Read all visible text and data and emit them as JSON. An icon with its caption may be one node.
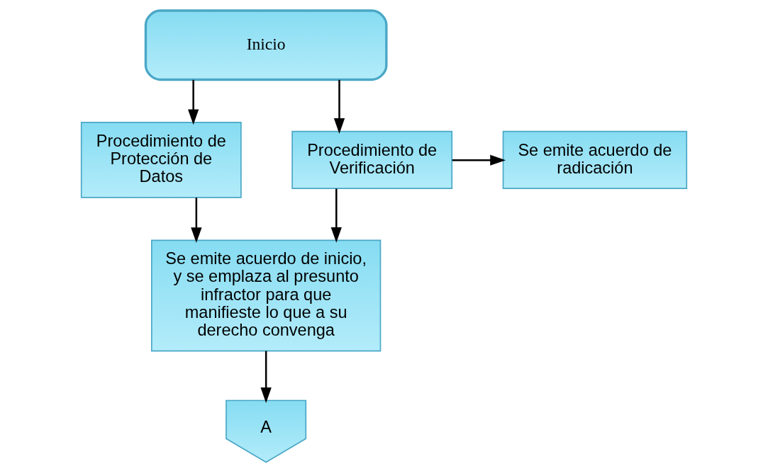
{
  "diagram": {
    "nodes": [
      {
        "text": [
          "Inicio"
        ]
      },
      {
        "text": [
          "Procedimiento de Protección de Datos"
        ]
      },
      {
        "text": [
          "Procedimiento de Verificación"
        ]
      },
      {
        "text": [
          "Se emite acuerdo de radicación"
        ]
      },
      {
        "text": [
          "Se emite acuerdo de inicio, y se emplaza al presunto infractor para que manifieste lo que a su derecho convenga"
        ]
      },
      {
        "text": [
          "A"
        ]
      }
    ],
    "edges": [
      {
        "from": 0,
        "to": 1,
        "arrow": "to"
      },
      {
        "from": 0,
        "to": 2,
        "arrow": "to"
      },
      {
        "from": 2,
        "to": 3,
        "arrow": "to"
      },
      {
        "from": 1,
        "to": 4,
        "arrow": "to"
      },
      {
        "from": 2,
        "to": 4,
        "arrow": "to"
      },
      {
        "from": 4,
        "to": 5,
        "arrow": "to"
      }
    ]
  }
}
